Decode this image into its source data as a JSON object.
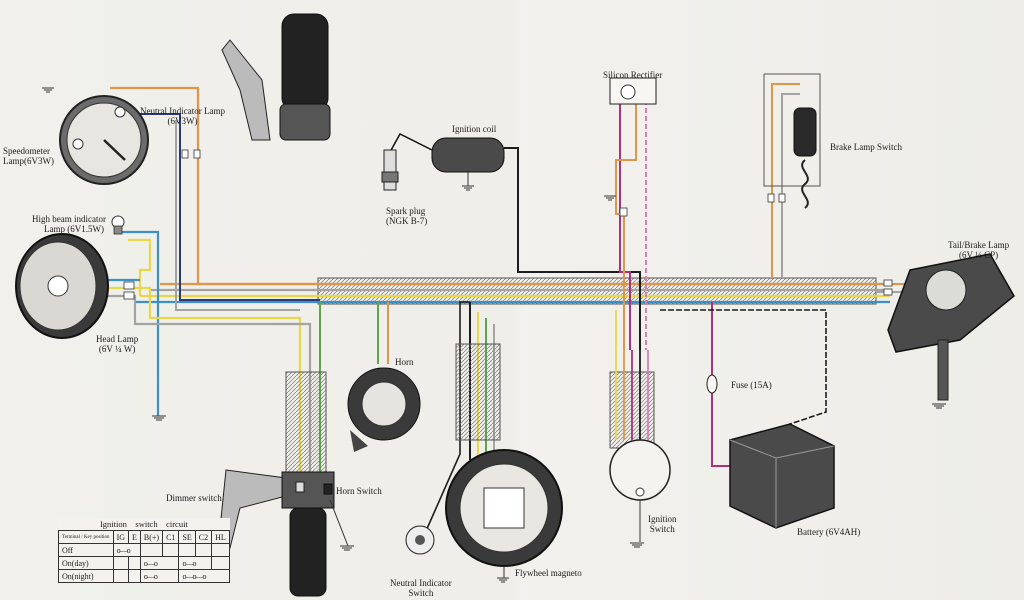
{
  "labels": {
    "neutral_lamp": "Neutral Indicator Lamp",
    "neutral_lamp_rating": "(6V3W)",
    "speedometer": "Speedometer",
    "speedometer_lamp": "Lamp(6V3W)",
    "highbeam": "High beam indicator",
    "highbeam_lamp": "Lamp (6V1.5W)",
    "headlamp": "Head Lamp",
    "headlamp_rating": "(6V ¼ W)",
    "ignition_coil": "Ignition coil",
    "spark_plug": "Spark plug",
    "spark_plug_type": "(NGK B-7)",
    "rectifier": "Silicon Rectifier",
    "brake_switch": "Brake Lamp Switch",
    "tail_lamp": "Tail/Brake Lamp",
    "tail_lamp_rating": "(6V ½ CP)",
    "horn": "Horn",
    "fuse": "Fuse (15A)",
    "battery": "Battery (6V4AH)",
    "ignition_switch": "Ignition",
    "ignition_switch_2": "Switch",
    "dimmer": "Dimmer switch",
    "horn_switch": "Horn Switch",
    "neutral_switch": "Neutral Indicator",
    "neutral_switch_2": "Switch",
    "magneto": "Flywheel magneto"
  },
  "switch_table": {
    "caption": [
      "Ignition",
      "switch",
      "circuit"
    ],
    "corner": "Terminal / Key position",
    "columns": [
      "IG",
      "E",
      "B(+)",
      "C1",
      "SE",
      "C2",
      "HL"
    ],
    "rows": [
      {
        "position": "Off",
        "pattern": "IG-E"
      },
      {
        "position": "On(day)",
        "pattern": "B-C1 / SE-C2"
      },
      {
        "position": "On(night)",
        "pattern": "B-C1 / SE-C2-HL"
      }
    ]
  },
  "wire_colors": {
    "orange": "#e0964a",
    "blue": "#3e8fc4",
    "yellow": "#e6d84a",
    "green": "#5aa84c",
    "gray": "#a3a3a3",
    "black": "#1d1d1d",
    "magenta": "#b0307a",
    "navy": "#2d3a7a",
    "pink": "#d87fb0"
  }
}
